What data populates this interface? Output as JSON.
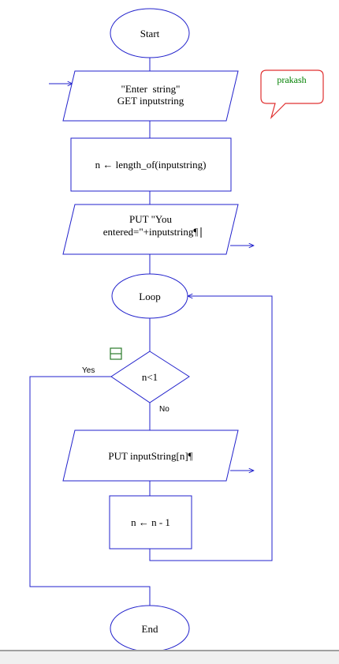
{
  "flowchart": {
    "start_label": "Start",
    "input_line1": "\"Enter  string\"",
    "input_line2": "GET inputstring",
    "assign_label": "n ← length_of(inputstring)",
    "output_line1": "PUT \"You",
    "output_line2": "entered=\"+inputstring¶",
    "loop_label": "Loop",
    "decision_label": "n<1",
    "yes_label": "Yes",
    "no_label": "No",
    "put_label": "PUT inputString[n]¶",
    "decrement_label": "n ← n - 1",
    "end_label": "End"
  },
  "comment": {
    "text": "prakash",
    "color": "#008000",
    "border_color": "#e03030"
  },
  "colors": {
    "line": "#2222cc",
    "selection": "#2a7a2a"
  }
}
